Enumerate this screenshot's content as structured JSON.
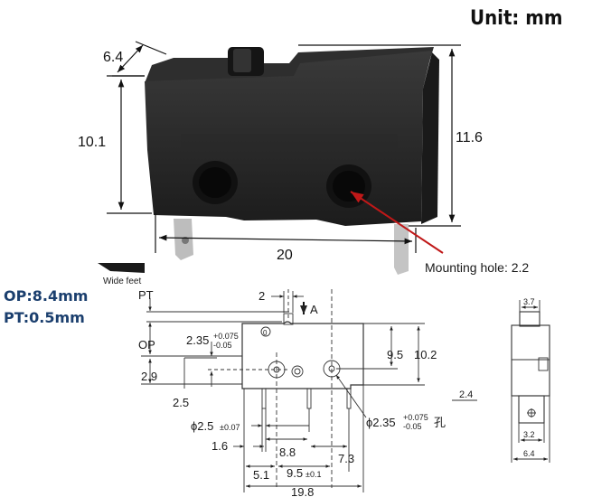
{
  "unit_label": "Unit: mm",
  "photo_dims": {
    "depth": "6.4",
    "height": "10.1",
    "length": "20",
    "total_height": "11.6"
  },
  "photo_notes": {
    "mounting_hole": "Mounting hole: 2.2",
    "wide_feet": "Wide feet"
  },
  "specs": {
    "op": "OP:8.4mm",
    "pt": "PT:0.5mm"
  },
  "front_view": {
    "pt": "PT",
    "op": "OP",
    "two": "2",
    "arrow": "A",
    "d235": "2.35",
    "d235_tol_up": "+0.075",
    "d235_tol_dn": "-0.05",
    "d29": "2.9",
    "d25": "2.5",
    "d95": "9.5",
    "d102": "10.2",
    "phi25": "ϕ2.5",
    "phi25_tol": "±0.07",
    "d16": "1.6",
    "d88": "8.8",
    "d73": "7.3",
    "d51": "5.1",
    "d95b": "9.5",
    "d95b_tol": "±0.1",
    "d198": "19.8",
    "hole": "ϕ2.35",
    "hole_tol_up": "+0.075",
    "hole_tol_dn": "-0.05",
    "hole_suffix": "孔",
    "partial": "2.4"
  },
  "side_view": {
    "top": "3.7",
    "pin": "3.2",
    "width": "6.4"
  }
}
